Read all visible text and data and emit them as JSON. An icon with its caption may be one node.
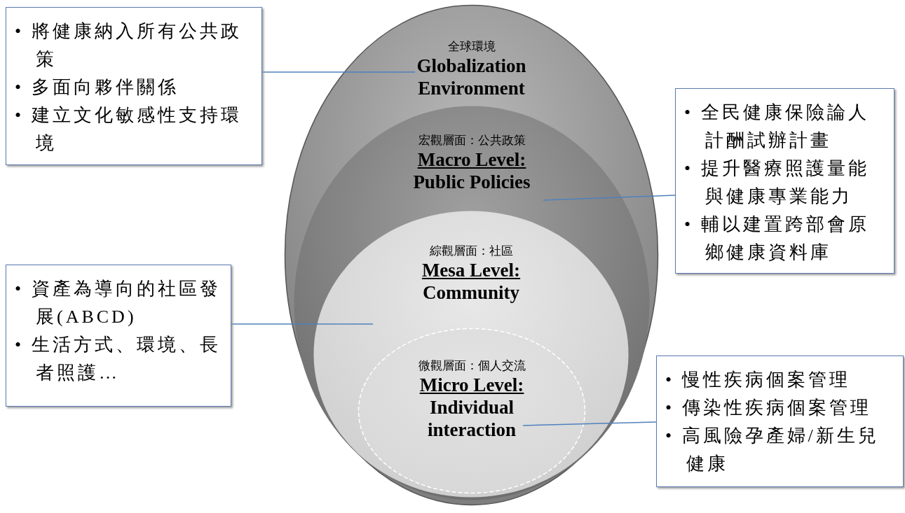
{
  "diagram": {
    "nodes": [
      {
        "text": [
          "全球環境",
          "Globalization",
          "Environment"
        ]
      },
      {
        "text": [
          "宏觀層面：公共政策",
          "Macro Level:",
          "Public Policies"
        ],
        "in": 0
      },
      {
        "text": [
          "綜觀層面：社區",
          "Mesa Level:",
          "Community"
        ],
        "in": 1
      },
      {
        "text": [
          "微觀層面：個人交流",
          "Micro Level:",
          "Individual interaction"
        ],
        "in": 2
      },
      {
        "text": [
          "• 將健康納入所有公共政策",
          "• 多面向夥伴關係",
          "• 建立文化敏感性支持環境"
        ]
      },
      {
        "text": [
          "• 全民健康保險論人計酬試辦計畫",
          "• 提升醫療照護量能與健康專業能力",
          "• 輔以建置跨部會原鄉健康資料庫"
        ]
      },
      {
        "text": [
          "• 資產為導向的社區發展(ABCD)",
          "• 生活方式、環境、長者照護…"
        ]
      },
      {
        "text": [
          "• 慢性疾病個案管理",
          "• 傳染性疾病個案管理",
          "• 高風險孕產婦/新生兒健康"
        ]
      }
    ],
    "edges": [
      {
        "from": 4,
        "to": 0,
        "arrow": "none"
      },
      {
        "from": 5,
        "to": 1,
        "arrow": "none"
      },
      {
        "from": 6,
        "to": 2,
        "arrow": "none"
      },
      {
        "from": 7,
        "to": 3,
        "arrow": "none"
      }
    ]
  }
}
